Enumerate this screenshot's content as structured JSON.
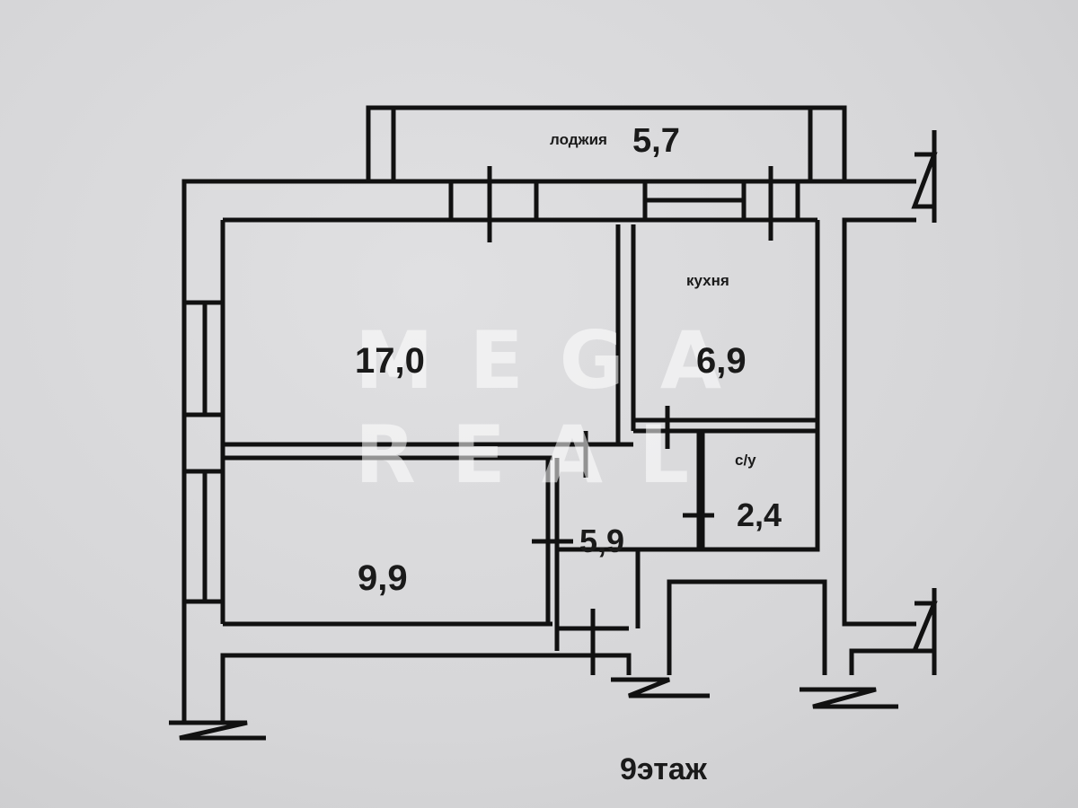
{
  "plan": {
    "loggia": {
      "label": "лоджия",
      "area": "5,7"
    },
    "living_room_large": {
      "area": "17,0"
    },
    "kitchen": {
      "label": "кухня",
      "area": "6,9"
    },
    "bathroom": {
      "label": "с/у",
      "area": "2,4"
    },
    "hallway": {
      "area": "5,9"
    },
    "living_room_small": {
      "area": "9,9"
    },
    "floor": "9этаж"
  },
  "watermark": {
    "line1": "MEGA",
    "line2": "REAL"
  },
  "colors": {
    "wall": "#111111",
    "paper": "#d8d8da"
  }
}
